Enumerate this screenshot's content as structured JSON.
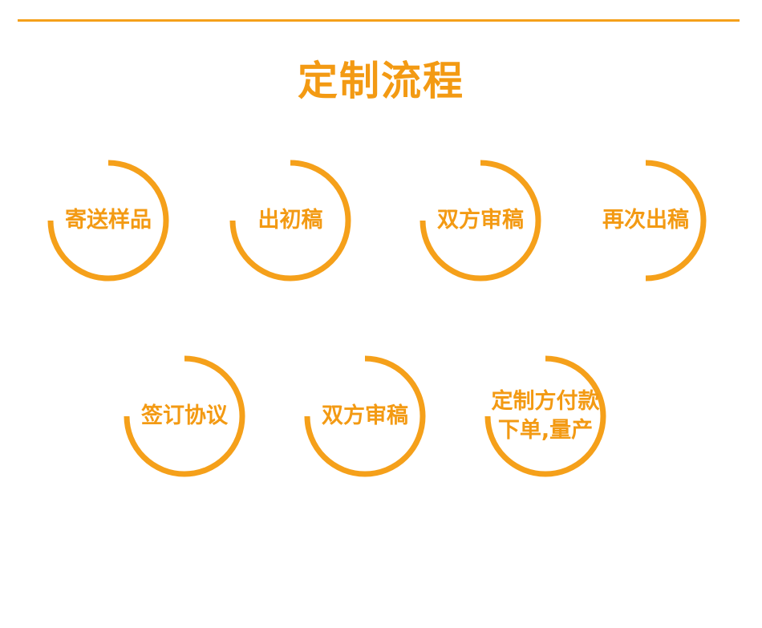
{
  "header": {
    "title": "定制流程"
  },
  "colors": {
    "accent": "#f39a13",
    "rule": "#f5a01a",
    "background": "#ffffff"
  },
  "steps": [
    {
      "label": "寄送样品"
    },
    {
      "label": "出初稿"
    },
    {
      "label": "双方审稿"
    },
    {
      "label": "再次出稿"
    },
    {
      "label": "签订协议"
    },
    {
      "label": "双方审稿"
    },
    {
      "label": "定制方付款\n下单,量产"
    }
  ]
}
